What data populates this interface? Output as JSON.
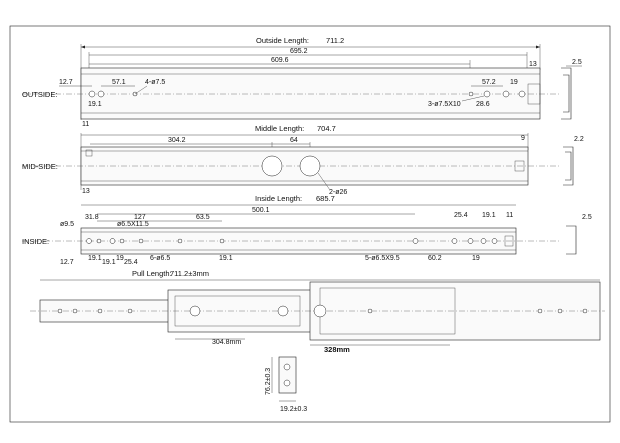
{
  "outside": {
    "row_label": "OUTSIDE:",
    "length_label": "Outside Length:",
    "length_value": "711.2",
    "dims": {
      "d695": "695.2",
      "d609": "609.6",
      "d12_7": "12.7",
      "d57_1": "57.1",
      "hole4": "4-ø7.5",
      "d19_1": "19.1",
      "d11": "11",
      "d57_2": "57.2",
      "d19": "19",
      "d13": "13",
      "slot3": "3-ø7.5X10",
      "d28_6": "28.6",
      "d2_5": "2.5"
    }
  },
  "middle": {
    "row_label": "MID-SIDE:",
    "length_label": "Middle Length:",
    "length_value": "704.7",
    "dims": {
      "d304": "304.2",
      "d64": "64",
      "d9": "9",
      "d13": "13",
      "hole2": "2-ø26",
      "d2_2": "2.2"
    }
  },
  "inside": {
    "row_label": "INSIDE:",
    "length_label": "Inside Length:",
    "length_value": "685.7",
    "dims": {
      "d500": "500.1",
      "d31_8": "31.8",
      "d127": "127",
      "d63_5": "63.5",
      "d9_5": "ø9.5",
      "slot6": "ø6.5X11.5",
      "hole6": "6-ø6.5",
      "d12_7": "12.7",
      "d19_1a": "19.1",
      "d19_1b": "19.1",
      "d19a": "19",
      "d25_4a": "25.4",
      "d19_1c": "19.1",
      "d25_4b": "25.4",
      "d19_1d": "19.1",
      "d11": "11",
      "slot5": "5-ø6.5X9.5",
      "d60_2": "60.2",
      "d19b": "19",
      "d2_5": "2.5"
    }
  },
  "pull": {
    "length_label": "Pull Length:",
    "length_value": "711.2±3mm",
    "d304": "304.8mm",
    "d328": "328mm",
    "d76": "76.2±0.3",
    "d19": "19.2±0.3"
  }
}
